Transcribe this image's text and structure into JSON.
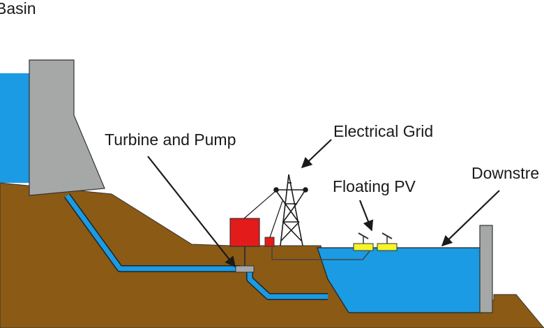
{
  "labels": {
    "basin": "Basin",
    "turbine_pump": "Turbine and Pump",
    "electrical_grid": "Electrical Grid",
    "floating_pv": "Floating PV",
    "downstream": "Downstre"
  },
  "colors": {
    "ground": "#8b5a14",
    "water": "#1a9be3",
    "water_outline": "#222222",
    "dam": "#a6a8a8",
    "powerhouse": "#e31b1b",
    "pv_panel": "#f5f52a",
    "tower": "#1a1a1a",
    "background": "#ffffff"
  },
  "icons": {
    "arrow": "arrow-icon",
    "transmission_tower": "transmission-tower-icon",
    "solar_panel": "solar-panel-icon"
  }
}
